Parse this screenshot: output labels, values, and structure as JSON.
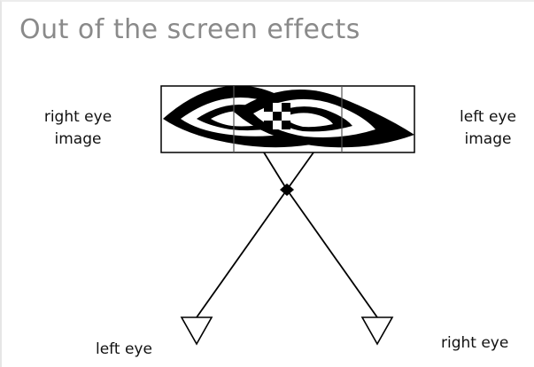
{
  "title": "Out of the screen effects",
  "labels": {
    "right_eye_image": [
      "right eye",
      "image"
    ],
    "left_eye_image": [
      "left eye",
      "image"
    ],
    "left_eye": "left eye",
    "right_eye": "right eye"
  }
}
